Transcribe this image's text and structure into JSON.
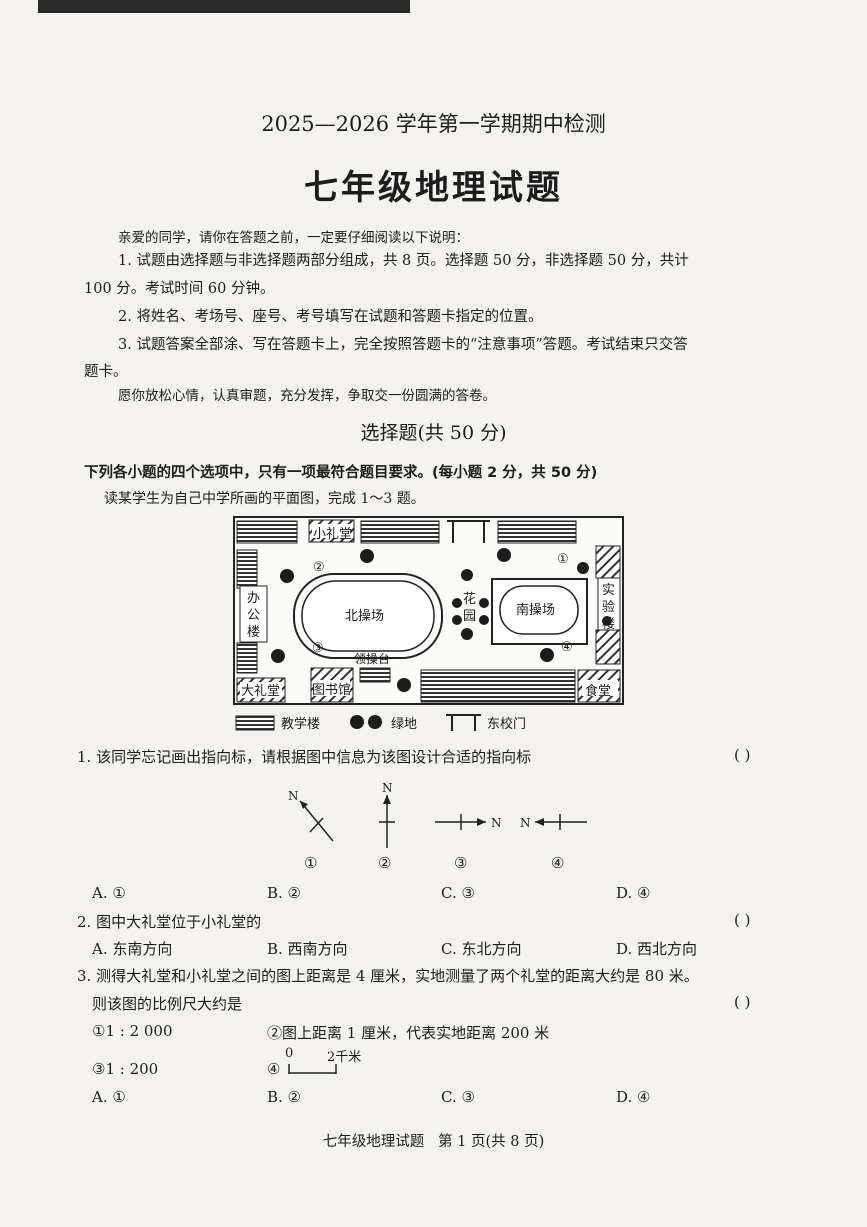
{
  "header": {
    "subtitle": "2025—2026 学年第一学期期中检测",
    "title": "七年级地理试题"
  },
  "instructions": {
    "greeting": "亲爱的同学，请你在答题之前，一定要仔细阅读以下说明：",
    "item1_line1": "1. 试题由选择题与非选择题两部分组成，共 8 页。选择题 50 分，非选择题 50 分，共计",
    "item1_line2": "100 分。考试时间 60 分钟。",
    "item2": "2. 将姓名、考场号、座号、考号填写在试题和答题卡指定的位置。",
    "item3_line1": "3. 试题答案全部涂、写在答题卡上，完全按照答题卡的“注意事项”答题。考试结束只交答",
    "item3_line2": "题卡。",
    "wish": "愿你放松心情，认真审题，充分发挥，争取交一份圆满的答卷。"
  },
  "section": {
    "title": "选择题(共 50 分)",
    "rule": "下列各小题的四个选项中，只有一项最符合题目要求。(每小题 2 分，共 50 分)",
    "intro": "读某学生为自己中学所画的平面图，完成 1～3 题。"
  },
  "map": {
    "labels": {
      "small_hall": "小礼堂",
      "office_1": "办",
      "office_2": "公",
      "office_3": "楼",
      "north_field": "北操场",
      "garden_1": "花",
      "garden_2": "园",
      "south_field": "南操场",
      "lab_1": "实",
      "lab_2": "验",
      "lab_3": "楼",
      "podium": "领操台",
      "big_hall": "大礼堂",
      "library": "图书馆",
      "canteen": "食堂",
      "mark1": "①",
      "mark2": "②",
      "mark3": "③",
      "mark4": "④"
    },
    "legend": {
      "teaching": "教学楼",
      "green": "绿地",
      "gate": "东校门"
    }
  },
  "questions": {
    "q1": {
      "stem": "1. 该同学忘记画出指向标，请根据图中信息为该图设计合适的指向标",
      "paren": "(        )",
      "n_label": "N",
      "c1": "①",
      "c2": "②",
      "c3": "③",
      "c4": "④",
      "options": [
        "A. ①",
        "B. ②",
        "C. ③",
        "D. ④"
      ]
    },
    "q2": {
      "stem": "2. 图中大礼堂位于小礼堂的",
      "paren": "(        )",
      "options": [
        "A. 东南方向",
        "B. 西南方向",
        "C. 东北方向",
        "D. 西北方向"
      ]
    },
    "q3": {
      "stem1": "3. 测得大礼堂和小礼堂之间的图上距离是 4 厘米，实地测量了两个礼堂的距离大约是 80 米。",
      "stem2": "则该图的比例尺大约是",
      "paren": "(        )",
      "s1": "①1 : 2 000",
      "s2": "②图上距离 1 厘米，代表实地距离 200 米",
      "s3": "③1 : 200",
      "s4_mark": "④",
      "s4_zero": "0",
      "s4_val": "2千米",
      "options": [
        "A. ①",
        "B. ②",
        "C. ③",
        "D. ④"
      ]
    }
  },
  "footer": "七年级地理试题   第 1 页(共 8 页)"
}
